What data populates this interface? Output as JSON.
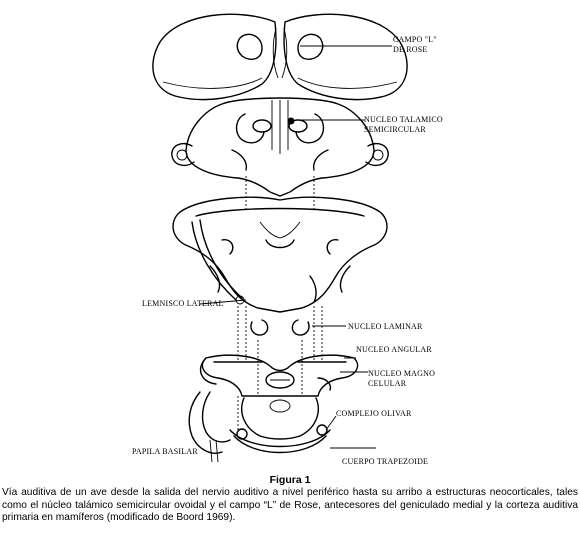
{
  "labels": {
    "campo_l": [
      "CAMPO \"L\"",
      "DE ROSE"
    ],
    "nucleo_talamico": [
      "NUCLEO TALAMICO",
      "SEMICIRCULAR"
    ],
    "lemnisco": "LEMNISCO LATERAL",
    "nucleo_laminar": "NUCLEO LAMINAR",
    "nucleo_angular": "NUCLEO ANGULAR",
    "nucleo_magno": [
      "NUCLEO MAGNO",
      "CELULAR"
    ],
    "complejo_olivar": "COMPLEJO OLIVAR",
    "papila_basilar": "PAPILA BASILAR",
    "cuerpo_trapezoide": "CUERPO TRAPEZOIDE"
  },
  "caption": {
    "title": "Figura 1",
    "text": "Vía auditiva de un ave desde la salida del nervio auditivo a nivel periférico hasta su arribo a estructuras neocorticales, tales como el núcleo talámico semicircular ovoidal y el campo “L” de Rose, antecesores del geniculado medial y la corteza auditiva primaria en mamíferos (modificado de Boord 1969)."
  }
}
